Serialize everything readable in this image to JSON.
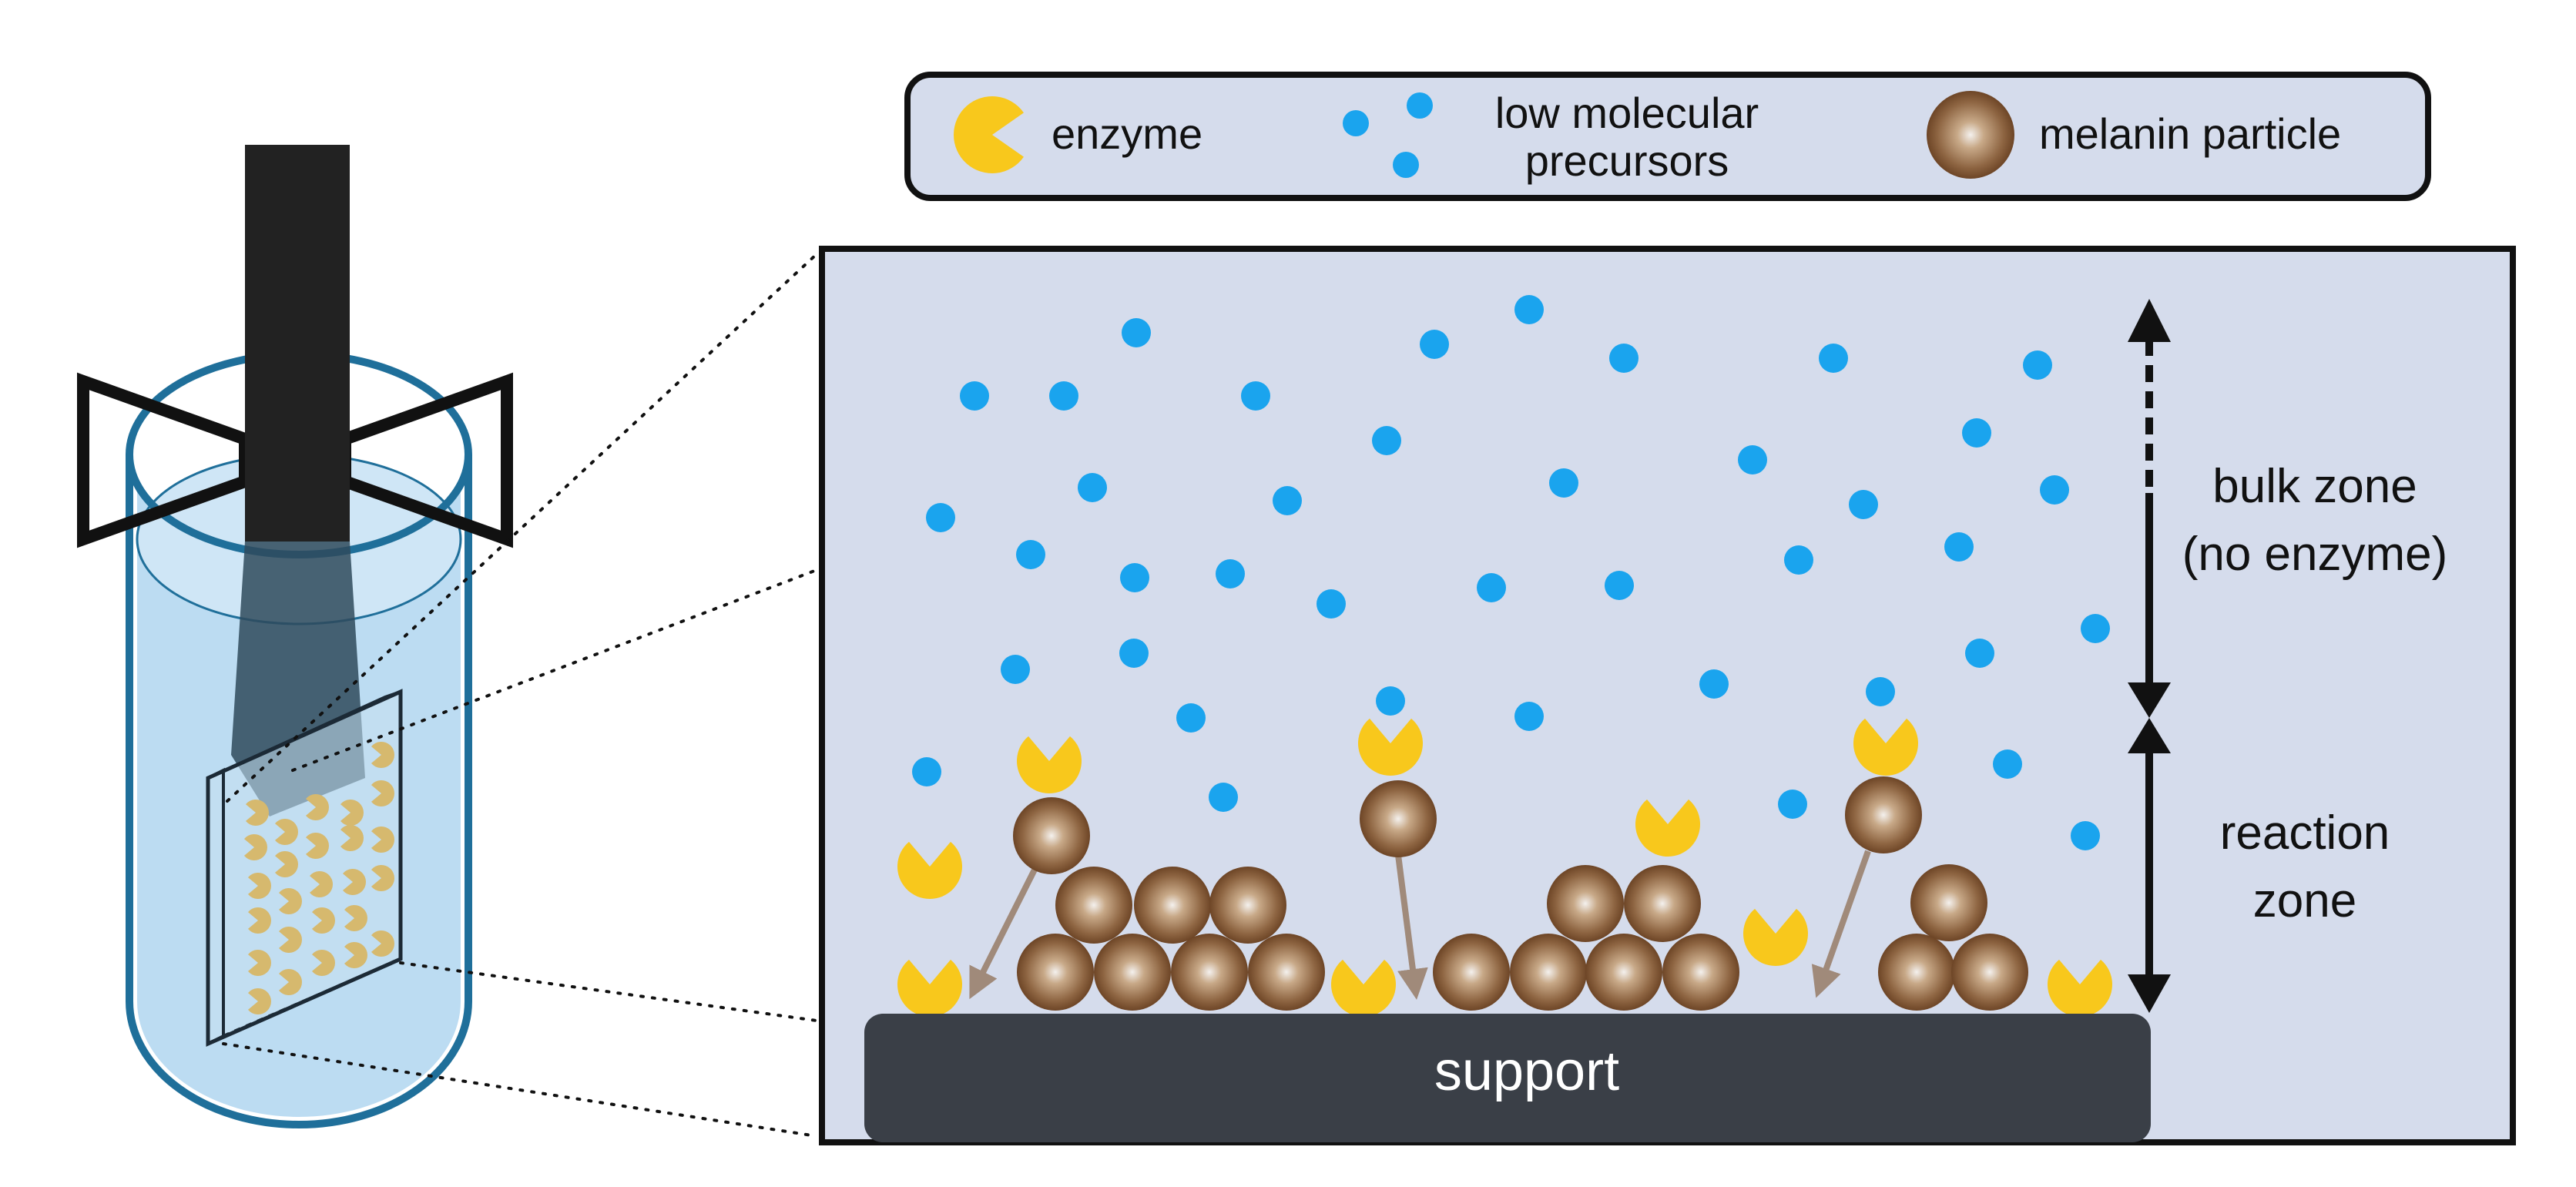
{
  "legend": {
    "enzyme": "enzyme",
    "precursors_line1": "low molecular",
    "precursors_line2": "precursors",
    "melanin": "melanin particle"
  },
  "zones": {
    "bulk_line1": "bulk zone",
    "bulk_line2": "(no enzyme)",
    "reaction_line1": "reaction",
    "reaction_line2": "zone"
  },
  "support_label": "support",
  "colors": {
    "panel_bg": "#d5dcec",
    "precursor": "#1aa4ee",
    "enzyme": "#f8c81c",
    "enzyme_on_support": "#d6b96e",
    "melanin_dark": "#7a5230",
    "support": "#3a3f47",
    "reactor_liquid": "#bcdcf2",
    "reactor_outline": "#1f6f9a",
    "arrow_brown": "#a08a7a"
  }
}
